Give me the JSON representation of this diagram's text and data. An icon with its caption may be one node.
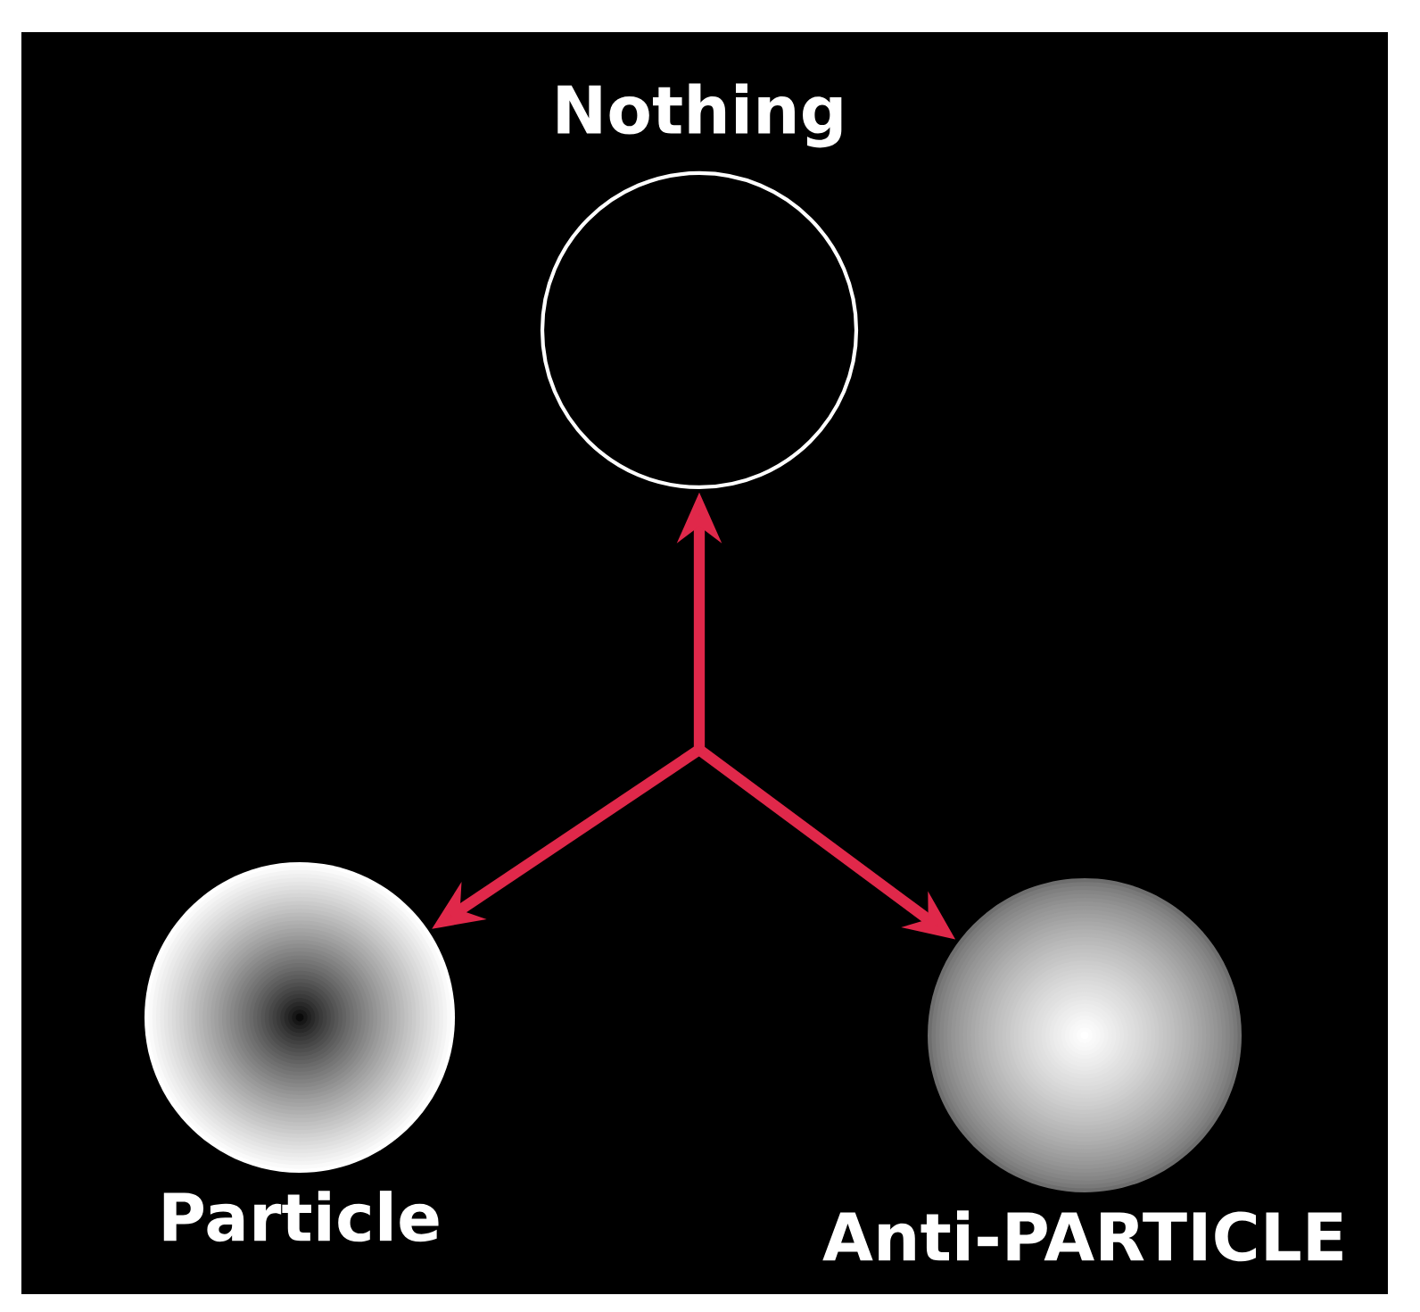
{
  "diagram": {
    "nodes": [
      {
        "text": [
          "Nothing"
        ]
      },
      {
        "text": [
          "Particle"
        ]
      },
      {
        "text": [
          "Anti-PARTICLE"
        ]
      }
    ],
    "edges": [
      {
        "from": null,
        "to": 0,
        "arrow": "to"
      },
      {
        "from": null,
        "to": 1,
        "arrow": "to"
      },
      {
        "from": null,
        "to": 2,
        "arrow": "to"
      }
    ]
  }
}
